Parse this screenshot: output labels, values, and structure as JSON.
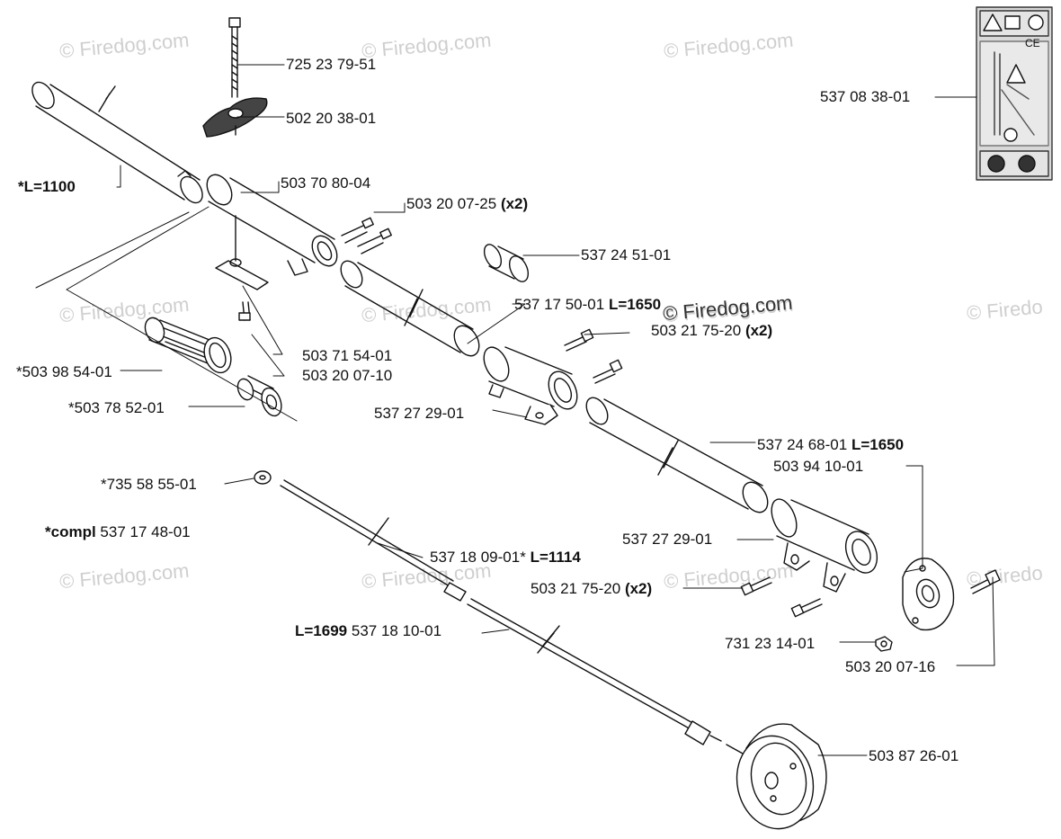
{
  "watermarks": [
    "© Firedog.com",
    "© Firedog.com",
    "© Firedog.com",
    "© Firedog.com",
    "© Firedog.com",
    "© Firedog.com",
    "© Firedog.com",
    "© Firedo",
    "© Firedog.com",
    "© Firedog.com",
    "© Firedo"
  ],
  "watermark_center": "© Firedog.com",
  "labels": {
    "p1": "725 23 79-51",
    "p2": "502 20 38-01",
    "p3": "503 70 80-04",
    "p4": "503 20 07-25",
    "p4q": "(x2)",
    "p5": "537 24 51-01",
    "p6": "537 17 50-01",
    "p6L": "L=1650",
    "p7": "503 21 75-20",
    "p7q": "(x2)",
    "p8": "503 71 54-01",
    "p9": "503 20 07-10",
    "p10": "537 27 29-01",
    "p11": "537 24 68-01",
    "p11L": "L=1650",
    "p12": "503 94 10-01",
    "p13": "537 27 29-01",
    "p14": "503 21 75-20",
    "p14q": "(x2)",
    "p15": "731 23 14-01",
    "p16": "503 20 07-16",
    "p17": "503 87 26-01",
    "p18": "537 18 09-01*",
    "p18L": "L=1114",
    "p19L": "L=1699",
    "p19": "537 18 10-01",
    "p20": "*735 58 55-01",
    "p21b": "*compl",
    "p21": "537 17 48-01",
    "p22": "*503 98 54-01",
    "p23": "*503 78 52-01",
    "p24": "*L=1100",
    "p25": "537 08 38-01"
  },
  "decal": {
    "ce_mark": "CE"
  }
}
